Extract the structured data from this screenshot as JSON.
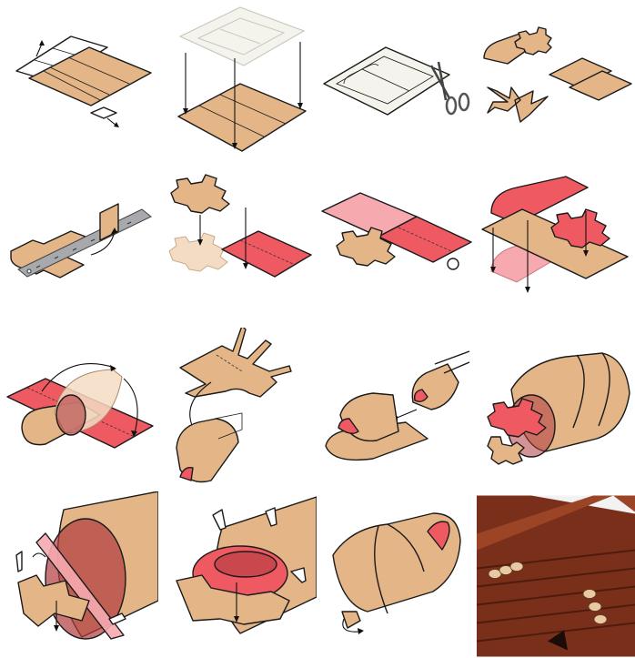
{
  "colors": {
    "cardboard": "#e3b587",
    "cardboard_light": "#f3dcc3",
    "red": "#ef5a62",
    "red_light": "#f6aab0",
    "dark_red": "#b03a3f",
    "paper": "#f4f3ec",
    "ruler": "#a7a9ac",
    "wood": "#7a2f1a"
  },
  "steps": [
    {
      "id": 1,
      "name": "step-1-lay-sheet"
    },
    {
      "id": 2,
      "name": "step-2-place-template"
    },
    {
      "id": 3,
      "name": "step-3-cut-template"
    },
    {
      "id": 4,
      "name": "step-4-cut-pieces"
    },
    {
      "id": 5,
      "name": "step-5-score-with-ruler"
    },
    {
      "id": 6,
      "name": "step-6-trace-parts"
    },
    {
      "id": 7,
      "name": "step-7-join-parts"
    },
    {
      "id": 8,
      "name": "step-8-add-wing"
    },
    {
      "id": 9,
      "name": "step-9-fold-body"
    },
    {
      "id": 10,
      "name": "step-10-attach-head"
    },
    {
      "id": 11,
      "name": "step-11-insert-head"
    },
    {
      "id": 12,
      "name": "step-12-close-body"
    },
    {
      "id": 13,
      "name": "step-13-staple-left"
    },
    {
      "id": 14,
      "name": "step-14-staple-right"
    },
    {
      "id": 15,
      "name": "step-15-finished-shape"
    },
    {
      "id": 16,
      "name": "step-16-mounted-photo"
    }
  ]
}
